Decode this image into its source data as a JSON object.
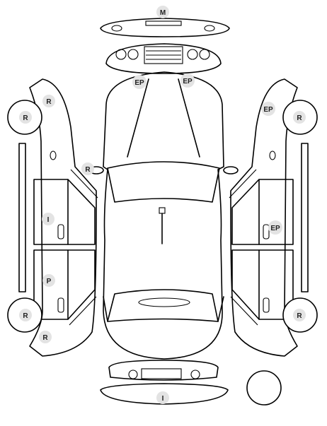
{
  "colors": {
    "outline": "#000000",
    "badge": "#e3e3e3",
    "badge_text": "#222222",
    "background": "#ffffff"
  },
  "markers": {
    "front_bumper": "M",
    "windshield_left": "EP",
    "windshield_right": "EP",
    "left_front_wheel": "R",
    "left_front_fender": "R",
    "left_mirror": "R",
    "left_front_door": "I",
    "left_rear_door": "P",
    "left_rear_wheel": "R",
    "left_rear_fender": "R",
    "right_front_fender": "EP",
    "right_front_wheel": "R",
    "right_front_door": "EP",
    "right_rear_wheel": "R",
    "rear_bumper": "I"
  }
}
